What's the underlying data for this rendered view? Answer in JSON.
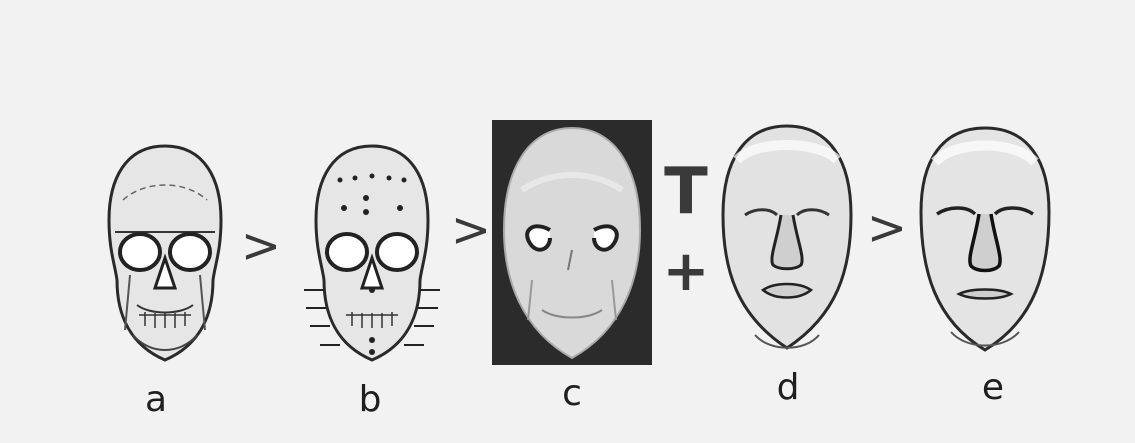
{
  "panels": [
    {
      "id": "a",
      "label": "a",
      "icon": "skull-icon"
    },
    {
      "id": "b",
      "label": "b",
      "icon": "skull-with-markers-icon"
    },
    {
      "id": "c",
      "label": "c",
      "icon": "skull-soft-tissue-icon"
    },
    {
      "id": "d",
      "label": "d",
      "icon": "template-face-icon"
    },
    {
      "id": "e",
      "label": "e",
      "icon": "reconstructed-face-icon"
    }
  ],
  "operators": {
    "arrow1": ">",
    "arrow2": ">",
    "arrow3": ">",
    "transform": "T",
    "plus": "+"
  },
  "colors": {
    "background": "#f2f2f2",
    "ink": "#2a2a2a",
    "panel_c_bg": "#2b2b2b"
  }
}
